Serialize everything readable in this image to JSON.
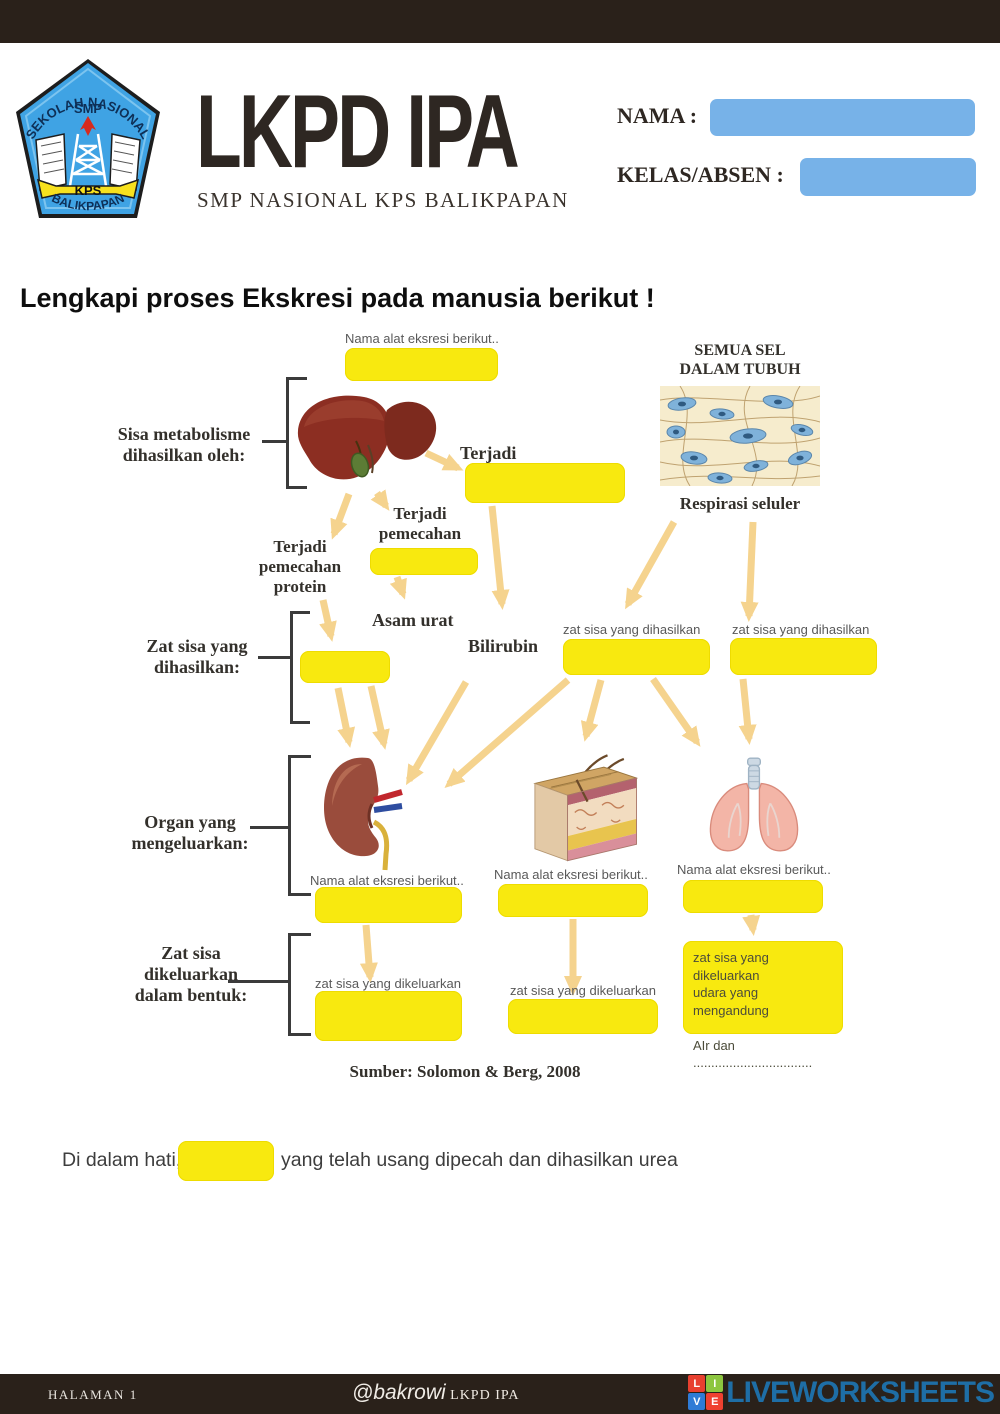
{
  "header": {
    "title": "LKPD IPA",
    "subtitle": "SMP NASIONAL KPS BALIKPAPAN",
    "nama_label": "NAMA :",
    "kelas_label": "KELAS/ABSEN :",
    "logo": {
      "arc_top": "SEKOLAH NASIONAL",
      "smp": "SMP",
      "kps": "KPS",
      "city": "BALIKPAPAN"
    }
  },
  "heading": "Lengkapi proses Ekskresi pada manusia berikut !",
  "diagram": {
    "nama_alat_label": "Nama alat eksresi berikut..",
    "semua_sel": "SEMUA SEL\nDALAM TUBUH",
    "sisa_metabolisme": "Sisa metabolisme\ndihasilkan oleh:",
    "terjadi": "Terjadi",
    "respirasi_seluler": "Respirasi seluler",
    "terjadi_pemecahan": "Terjadi\npemecahan",
    "terjadi_pemecahan_protein": "Terjadi\npemecahan\nprotein",
    "asam_urat": "Asam urat",
    "bilirubin": "Bilirubin",
    "zat_sisa_dihasilkan": "Zat sisa yang\ndihasilkan:",
    "zat_sisa_dihasilkan_small": "zat sisa yang dihasilkan",
    "organ_yang_mengeluarkan": "Organ yang\nmengeluarkan:",
    "zat_sisa_dikeluarkan": "Zat sisa\ndikeluarkan\ndalam bentuk:",
    "zat_sisa_dikeluarkan_small": "zat sisa yang dikeluarkan",
    "paru_box_text": "zat sisa yang dikeluarkan\nudara yang mengandung\n\nAIr dan .................................",
    "sumber": "Sumber: Solomon & Berg, 2008"
  },
  "sentence": {
    "prefix": "Di dalam hati,",
    "suffix": "yang telah usang dipecah dan dihasilkan urea"
  },
  "footer": {
    "halaman": "HALAMAN 1",
    "credit_handle": "@bakrowi",
    "credit_suffix": "LKPD IPA",
    "brand": "LIVEWORKSHEETS",
    "brand_letters": [
      "L",
      "I",
      "V",
      "E"
    ]
  },
  "colors": {
    "answer_yellow": "#F8E90F",
    "input_blue": "#77B2E8",
    "bar_brown": "#2A211A",
    "arrow_tan": "#F5D38E",
    "brand_blue": "#1E6EA6"
  }
}
